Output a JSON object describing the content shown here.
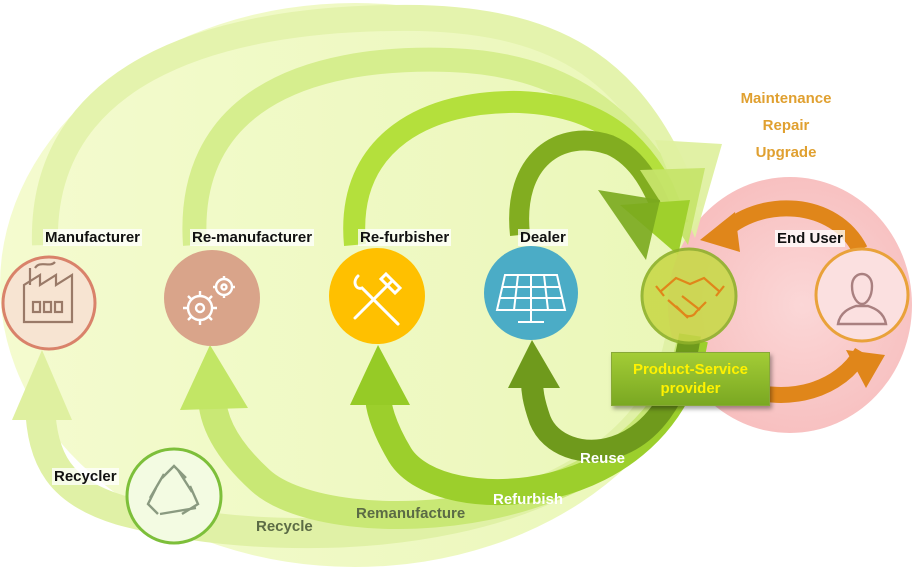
{
  "nodes": {
    "manufacturer": "Manufacturer",
    "remanufacturer": "Re-manufacturer",
    "refurbisher": "Re-furbisher",
    "dealer": "Dealer",
    "end_user": "End User",
    "recycler": "Recycler",
    "provider_line1": "Product-Service",
    "provider_line2": "provider"
  },
  "services": [
    "Maintenance",
    "Repair",
    "Upgrade"
  ],
  "flows": {
    "reuse": "Reuse",
    "refurbish": "Refurbish",
    "remanufacture": "Remanufacture",
    "recycle": "Recycle"
  },
  "colors": {
    "manufacturer": "#f4dcc4",
    "remanufacturer": "#d9a48a",
    "refurbisher": "#ffc000",
    "dealer": "#4bacc6",
    "end_user_bg": "#f9c9c9",
    "accent_orange": "#e0861a",
    "green_light": "#e6f5b0",
    "green_mid": "#a8d932",
    "green_dark": "#6f9a1c"
  }
}
